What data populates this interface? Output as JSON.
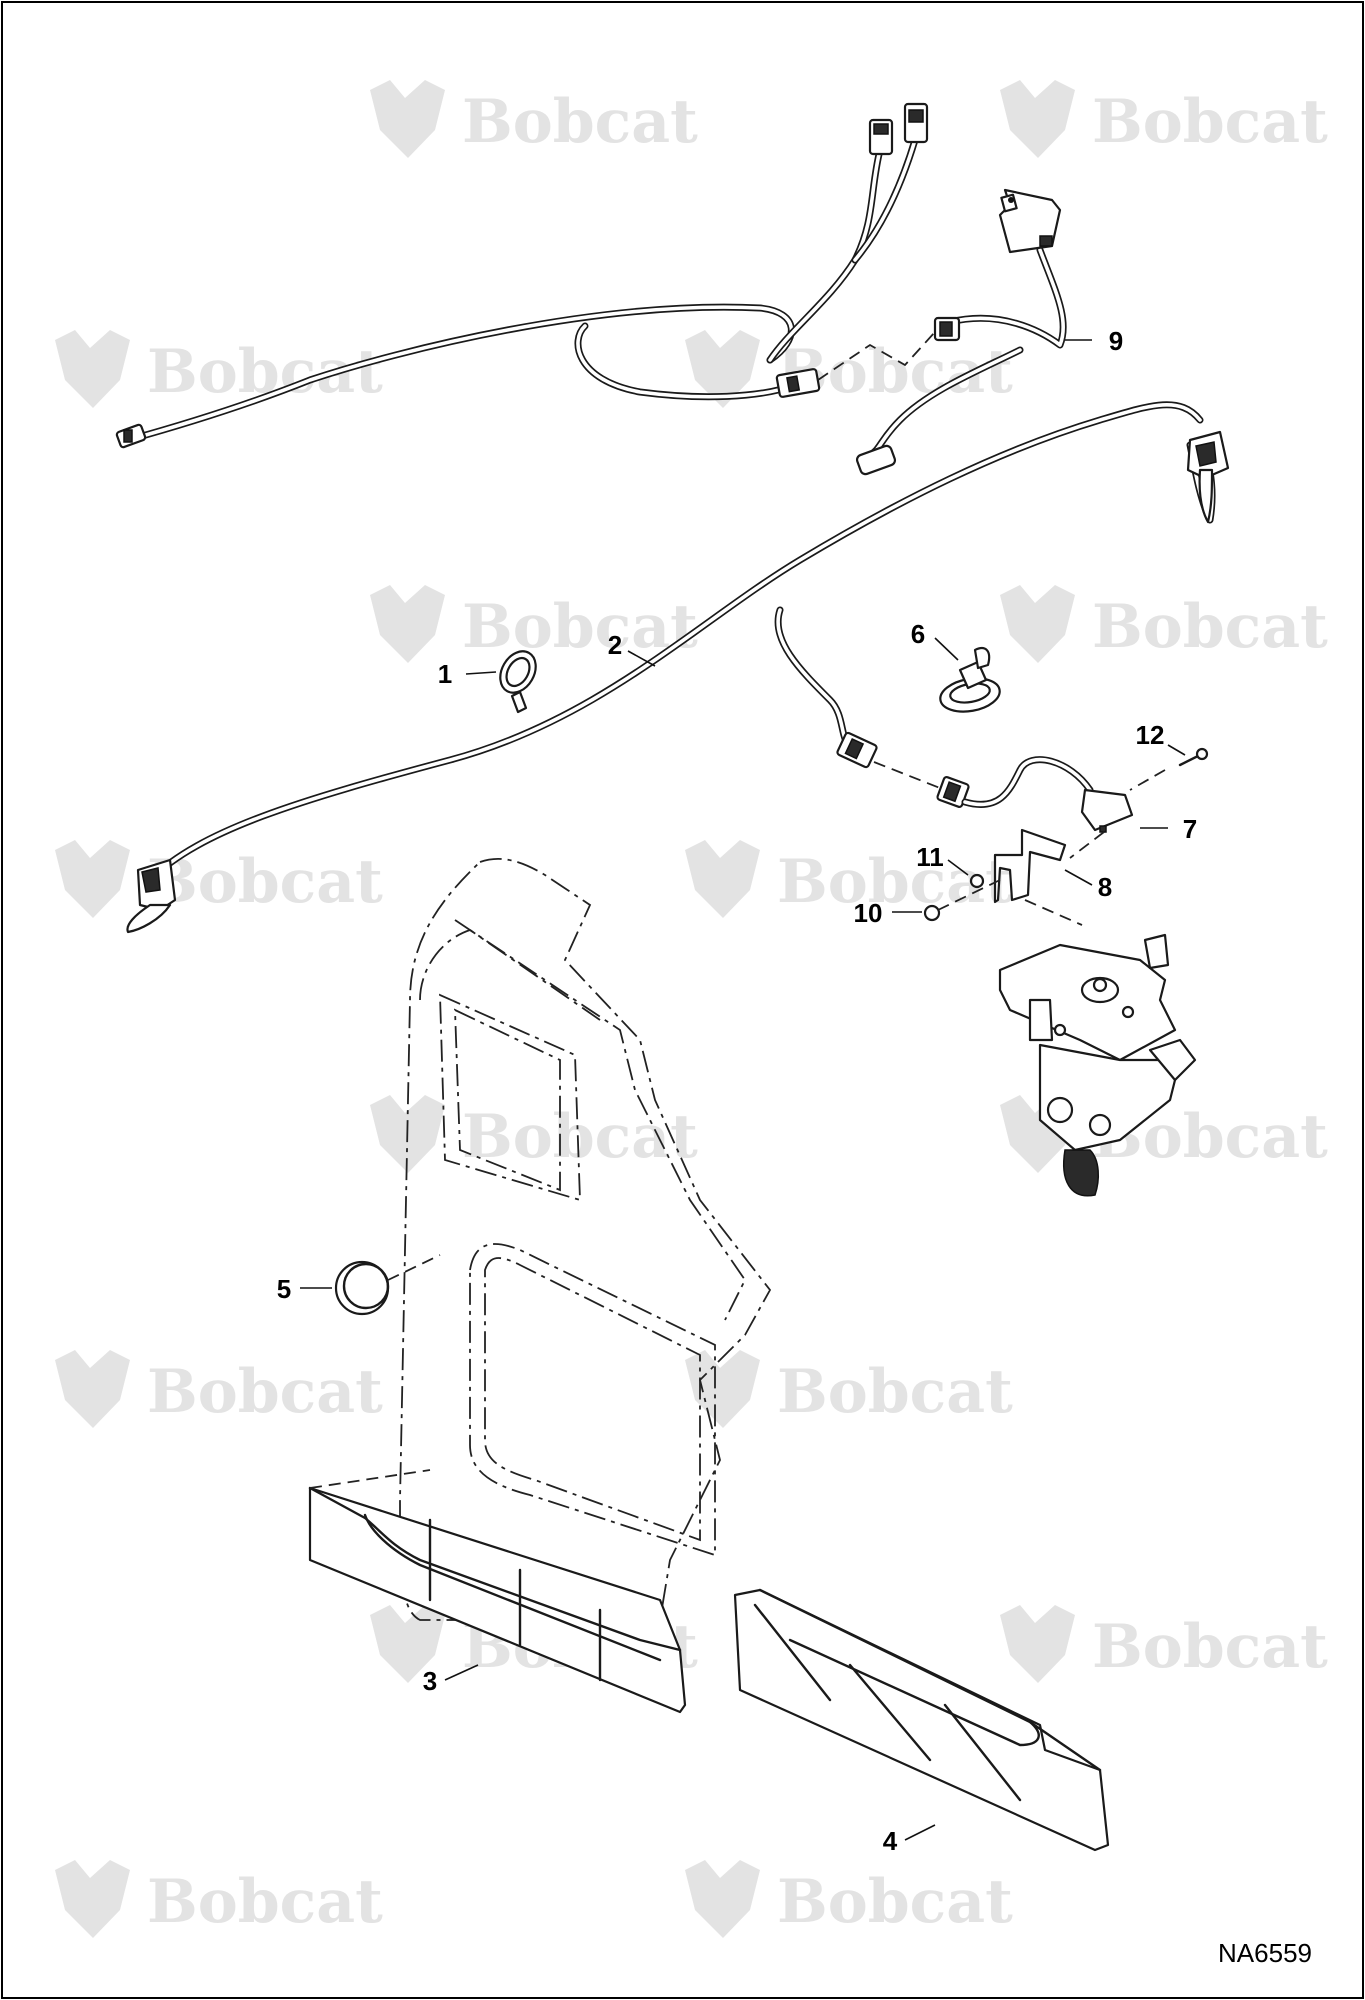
{
  "watermark": {
    "text": "Bobcat",
    "color": "#e3e3e3"
  },
  "callouts": [
    {
      "id": "1",
      "label": "1"
    },
    {
      "id": "2",
      "label": "2"
    },
    {
      "id": "3",
      "label": "3"
    },
    {
      "id": "4",
      "label": "4"
    },
    {
      "id": "5",
      "label": "5"
    },
    {
      "id": "6",
      "label": "6"
    },
    {
      "id": "7",
      "label": "7"
    },
    {
      "id": "8",
      "label": "8"
    },
    {
      "id": "9",
      "label": "9"
    },
    {
      "id": "10",
      "label": "10"
    },
    {
      "id": "11",
      "label": "11"
    },
    {
      "id": "12",
      "label": "12"
    }
  ],
  "figure_code": "NA6559"
}
